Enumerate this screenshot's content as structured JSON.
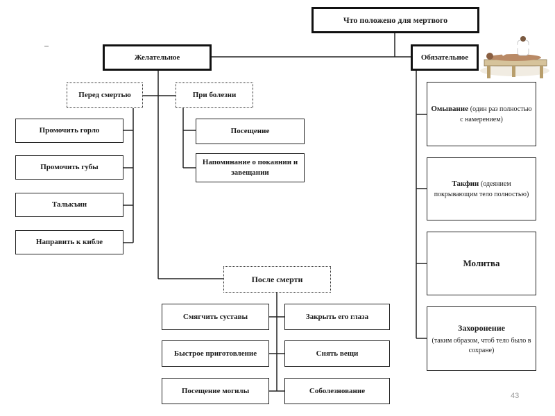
{
  "root": "Что положено для мертвого",
  "desirable": {
    "label": "Желательное",
    "before_death": {
      "label": "Перед смертью",
      "items": [
        "Промочить горло",
        "Промочить губы",
        "Талькъин",
        "Направить к кибле"
      ]
    },
    "during_illness": {
      "label": "При болезни",
      "items": [
        "Посещение",
        "Напоминание о покаянии и завещании"
      ]
    },
    "after_death": {
      "label": "После смерти",
      "left_items": [
        "Смягчить суставы",
        "Быстрое приготовление",
        "Посещение могилы"
      ],
      "right_items": [
        "Закрыть его глаза",
        "Снять вещи",
        "Соболезнование"
      ]
    }
  },
  "obligatory": {
    "label": "Обязательное",
    "items": [
      {
        "title": "Омывание",
        "note": "(один раз полностью с намерением)"
      },
      {
        "title": "Такфин",
        "note": "(одеянием покрывающим тело полностью)"
      },
      {
        "title": "Молитва",
        "note": ""
      },
      {
        "title": "Захоронение",
        "note": "(таким образом, чтоб тело было в сохране)"
      }
    ]
  },
  "slide_number": "43"
}
